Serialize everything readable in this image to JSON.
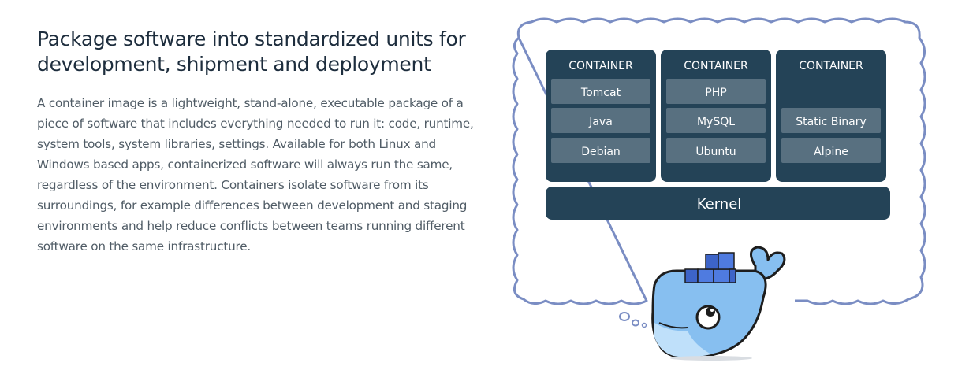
{
  "heading": "Package software into standardized units for development, shipment and deployment",
  "description": "A container image is a lightweight, stand-alone, executable package of a piece of software that includes everything needed to run it: code, runtime, system tools, system libraries, settings. Available for both Linux and Windows based apps, containerized software will always run the same, regardless of the environment. Containers isolate software from its surroundings, for example differences between development and staging environments and help reduce conflicts between teams running different software on the same infrastructure.",
  "diagram": {
    "containers": [
      {
        "title": "CONTAINER",
        "layers": [
          "Tomcat",
          "Java",
          "Debian"
        ]
      },
      {
        "title": "CONTAINER",
        "layers": [
          "PHP",
          "MySQL",
          "Ubuntu"
        ]
      },
      {
        "title": "CONTAINER",
        "layers": [
          "",
          "Static Binary",
          "Alpine"
        ]
      }
    ],
    "kernel": "Kernel"
  },
  "colors": {
    "container_bg": "#244357",
    "layer_bg": "#587080",
    "cloud_outline": "#7a8dc3",
    "whale_blue": "#87bff0",
    "whale_outline": "#1d1d1d"
  },
  "icons": {
    "mascot": "docker-whale-icon"
  }
}
